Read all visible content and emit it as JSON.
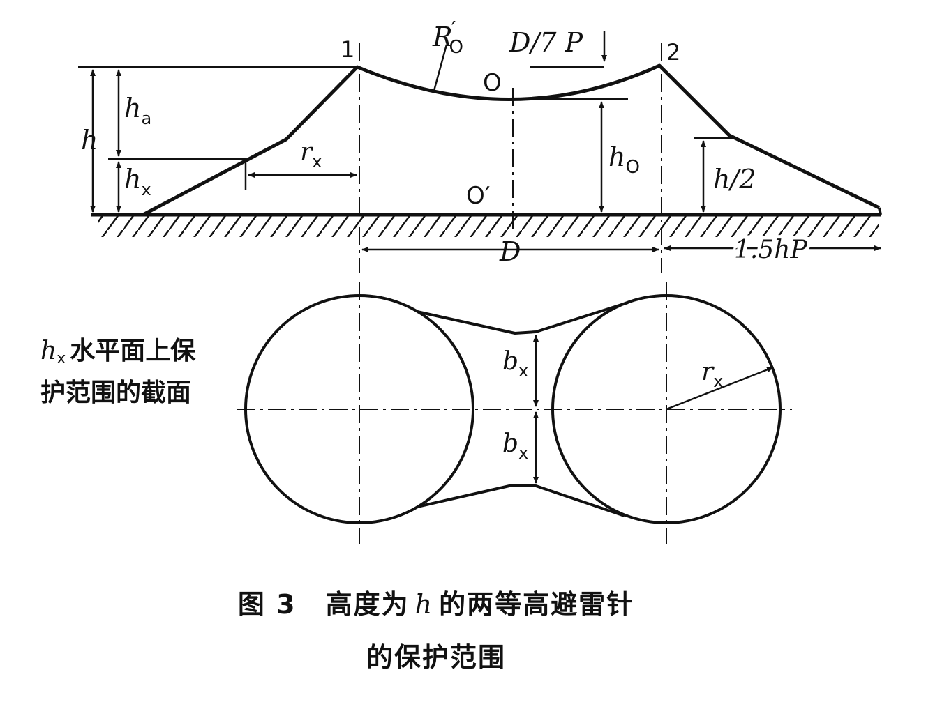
{
  "diagram": {
    "points": {
      "p1": "1",
      "p2": "2",
      "O": "O",
      "O_prime": "O′"
    },
    "labels": {
      "R_main": "R",
      "R_prime": "′",
      "R_sub": "O",
      "D7P": "D/7 P",
      "h": "h",
      "ha_main": "h",
      "ha_sub": "a",
      "hx_main": "h",
      "hx_sub": "x",
      "rx_main": "r",
      "rx_sub": "x",
      "ho_main": "h",
      "ho_sub": "O",
      "h2": "h/2",
      "D": "D",
      "hP": "1.5hP",
      "bx_main": "b",
      "bx_sub": "x",
      "rx2_main": "r",
      "rx2_sub": "x"
    },
    "section_label": {
      "h_main": "h",
      "h_sub": "x",
      "line1_rest": "水平面上保",
      "line2": "护范围的截面"
    }
  },
  "caption": {
    "figure_no": "图 3",
    "line1_pre": "高度为",
    "line1_var": "h",
    "line1_post": "的两等高避雷针",
    "line2": "的保护范围"
  }
}
